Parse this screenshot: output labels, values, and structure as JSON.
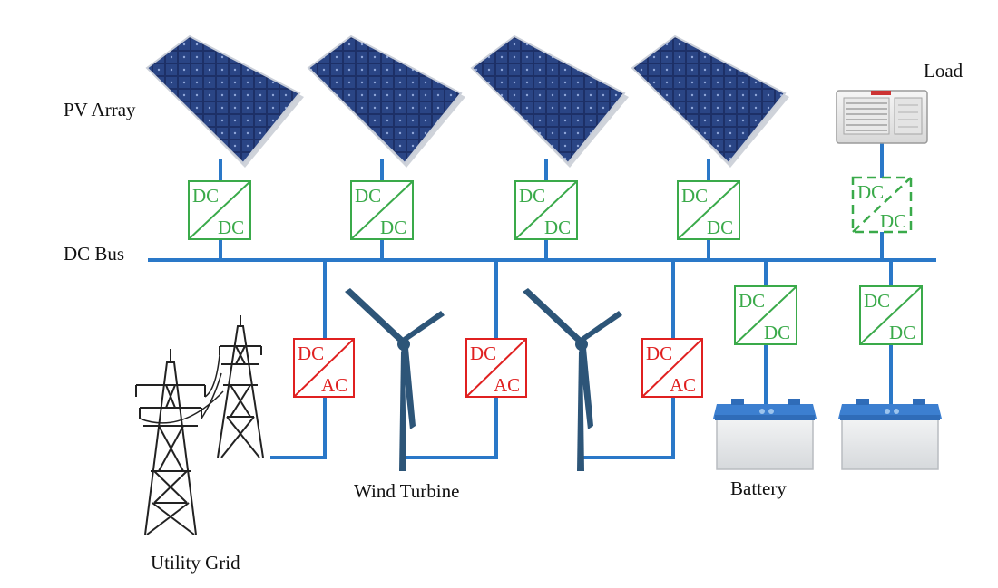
{
  "labels": {
    "pv_array": "PV Array",
    "load": "Load",
    "dc_bus": "DC Bus",
    "utility_grid": "Utility Grid",
    "wind_turbine": "Wind Turbine",
    "battery": "Battery"
  },
  "converters": {
    "dc": "DC",
    "ac": "AC"
  },
  "colors": {
    "bus": "#2a78c8",
    "dc_dc": "#3aaa4a",
    "dc_ac": "#e02020",
    "panel_dark": "#1b2d63",
    "panel_light": "#3f5fa8",
    "turbine": "#2d5578",
    "battery_top": "#3c7fd0",
    "battery_body": "#eceef0",
    "tower": "#222222"
  },
  "icons": {
    "pv_panel": "solar-panel-icon",
    "load": "air-conditioner-icon",
    "grid": "transmission-tower-icon",
    "wind": "wind-turbine-icon",
    "battery": "battery-icon"
  }
}
